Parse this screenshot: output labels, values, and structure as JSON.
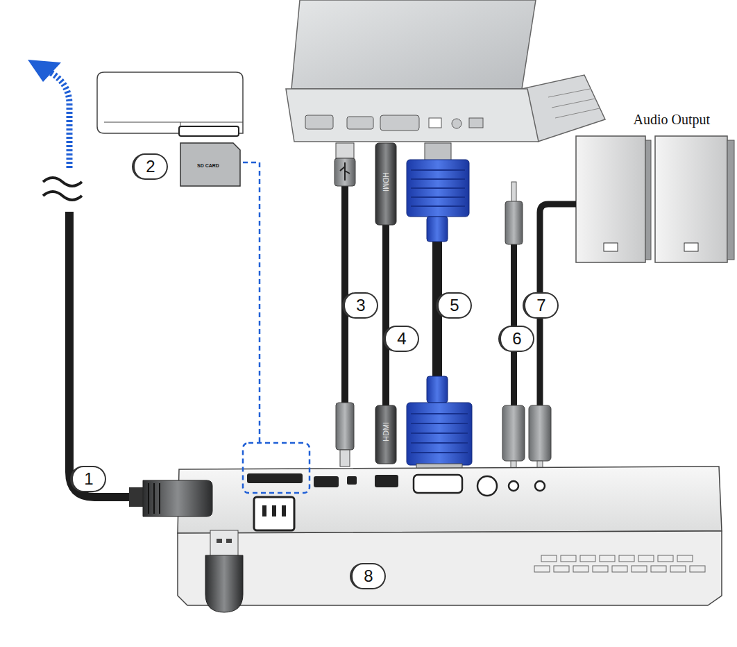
{
  "diagram": {
    "labels": [
      "Audio Output",
      "1",
      "2",
      "3",
      "4",
      "5",
      "6",
      "7",
      "8",
      "SD CARD",
      "HDMI",
      "HDMI"
    ]
  }
}
